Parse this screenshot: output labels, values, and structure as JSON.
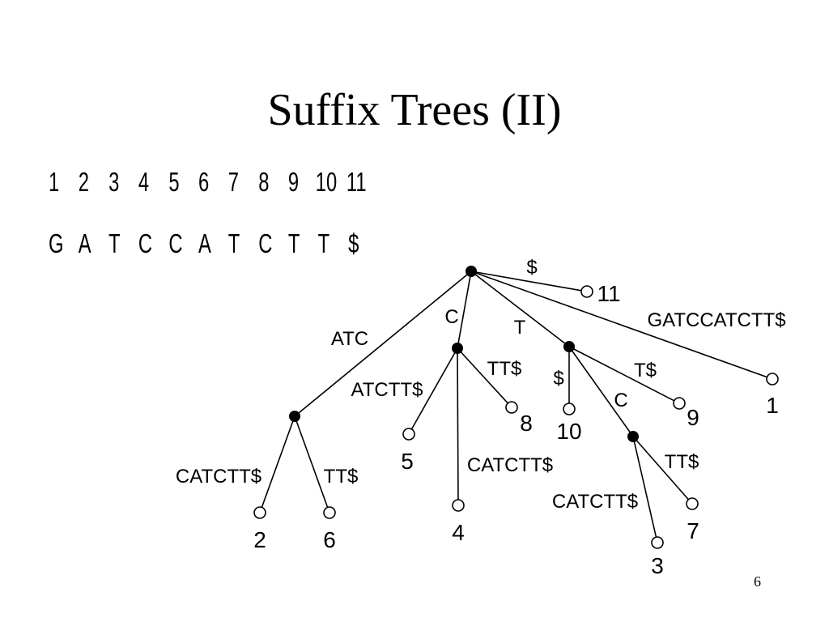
{
  "slide": {
    "title": "Suffix Trees (II)",
    "page_number": "6"
  },
  "sequence": {
    "positions": [
      "1",
      "2",
      "3",
      "4",
      "5",
      "6",
      "7",
      "8",
      "9",
      "10",
      "11"
    ],
    "characters": [
      "G",
      "A",
      "T",
      "C",
      "C",
      "A",
      "T",
      "C",
      "T",
      "T",
      "$"
    ]
  },
  "tree": {
    "nodes": [
      {
        "id": "root",
        "kind": "internal"
      },
      {
        "id": "n_atc",
        "kind": "internal"
      },
      {
        "id": "n_c",
        "kind": "internal"
      },
      {
        "id": "n_t",
        "kind": "internal"
      },
      {
        "id": "n_tc",
        "kind": "internal"
      },
      {
        "id": "leaf11",
        "kind": "leaf",
        "label": "11"
      },
      {
        "id": "leaf1",
        "kind": "leaf",
        "label": "1"
      },
      {
        "id": "leaf2",
        "kind": "leaf",
        "label": "2"
      },
      {
        "id": "leaf6",
        "kind": "leaf",
        "label": "6"
      },
      {
        "id": "leaf5",
        "kind": "leaf",
        "label": "5"
      },
      {
        "id": "leaf4",
        "kind": "leaf",
        "label": "4"
      },
      {
        "id": "leaf8",
        "kind": "leaf",
        "label": "8"
      },
      {
        "id": "leaf10",
        "kind": "leaf",
        "label": "10"
      },
      {
        "id": "leaf9",
        "kind": "leaf",
        "label": "9"
      },
      {
        "id": "leaf3",
        "kind": "leaf",
        "label": "3"
      },
      {
        "id": "leaf7",
        "kind": "leaf",
        "label": "7"
      }
    ],
    "edges": [
      {
        "from": "root",
        "to": "leaf11",
        "label": "$"
      },
      {
        "from": "root",
        "to": "leaf1",
        "label": "GATCCATCTT$"
      },
      {
        "from": "root",
        "to": "n_atc",
        "label": "ATC"
      },
      {
        "from": "root",
        "to": "n_c",
        "label": "C"
      },
      {
        "from": "root",
        "to": "n_t",
        "label": "T"
      },
      {
        "from": "n_atc",
        "to": "leaf2",
        "label": "CATCTT$"
      },
      {
        "from": "n_atc",
        "to": "leaf6",
        "label": "TT$"
      },
      {
        "from": "n_c",
        "to": "leaf5",
        "label": "ATCTT$"
      },
      {
        "from": "n_c",
        "to": "leaf4",
        "label": "CATCTT$"
      },
      {
        "from": "n_c",
        "to": "leaf8",
        "label": "TT$"
      },
      {
        "from": "n_t",
        "to": "leaf10",
        "label": "$"
      },
      {
        "from": "n_t",
        "to": "leaf9",
        "label": "T$"
      },
      {
        "from": "n_t",
        "to": "n_tc",
        "label": "C"
      },
      {
        "from": "n_tc",
        "to": "leaf3",
        "label": "CATCTT$"
      },
      {
        "from": "n_tc",
        "to": "leaf7",
        "label": "TT$"
      }
    ]
  }
}
